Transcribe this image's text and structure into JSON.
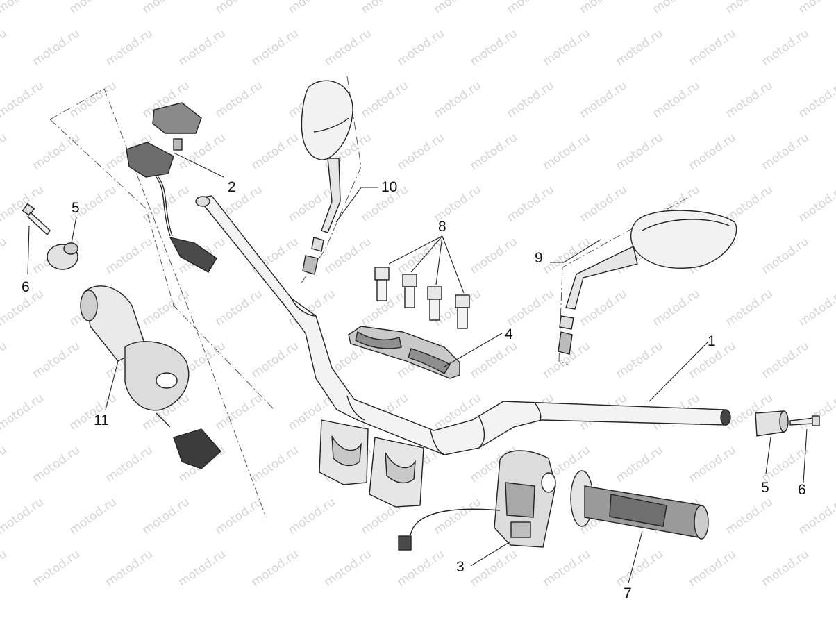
{
  "watermark": "motod.ru",
  "callouts": {
    "c1": "1",
    "c2": "2",
    "c3": "3",
    "c4": "4",
    "c5_left": "5",
    "c5_right": "5",
    "c6_left": "6",
    "c6_right": "6",
    "c7": "7",
    "c8": "8",
    "c9": "9",
    "c10": "10",
    "c11": "11"
  },
  "colors": {
    "line": "#222222",
    "fill_light": "#efefef",
    "fill_mid": "#d9d9d9",
    "fill_dark": "#8a8a8a",
    "watermark": "#d4d4d4"
  }
}
